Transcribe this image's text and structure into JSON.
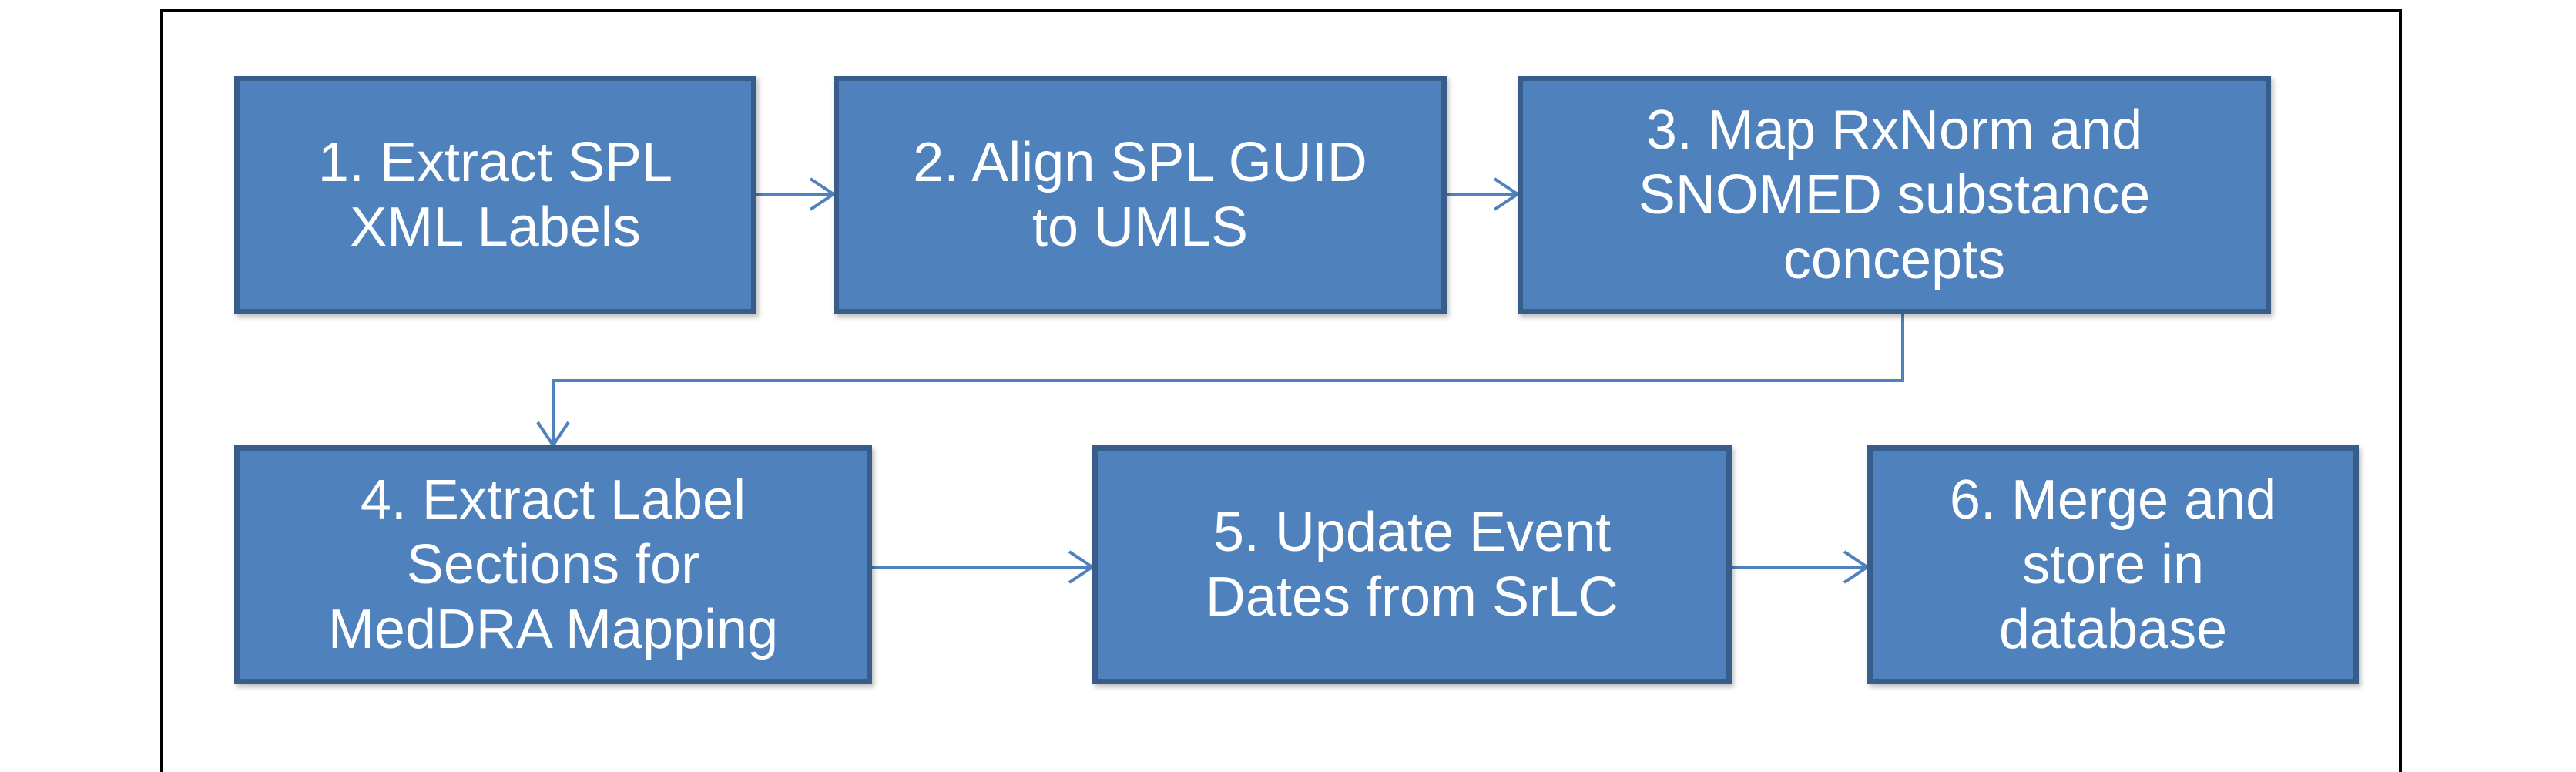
{
  "diagram": {
    "colors": {
      "box_fill": "#4f81bd",
      "box_border": "#385d8a",
      "arrow": "#4f81bd",
      "text": "#ffffff",
      "frame": "#000000"
    },
    "steps": [
      {
        "id": "s1",
        "label": "1. Extract SPL\nXML Labels"
      },
      {
        "id": "s2",
        "label": "2. Align SPL GUID\nto UMLS"
      },
      {
        "id": "s3",
        "label": "3. Map RxNorm and\nSNOMED substance\nconcepts"
      },
      {
        "id": "s4",
        "label": "4. Extract Label\nSections for\nMedDRA Mapping"
      },
      {
        "id": "s5",
        "label": "5. Update Event\nDates from SrLC"
      },
      {
        "id": "s6",
        "label": "6. Merge and\nstore in\ndatabase"
      }
    ],
    "flows": [
      {
        "from": "s1",
        "to": "s2"
      },
      {
        "from": "s2",
        "to": "s3"
      },
      {
        "from": "s3",
        "to": "s4"
      },
      {
        "from": "s4",
        "to": "s5"
      },
      {
        "from": "s5",
        "to": "s6"
      }
    ]
  }
}
